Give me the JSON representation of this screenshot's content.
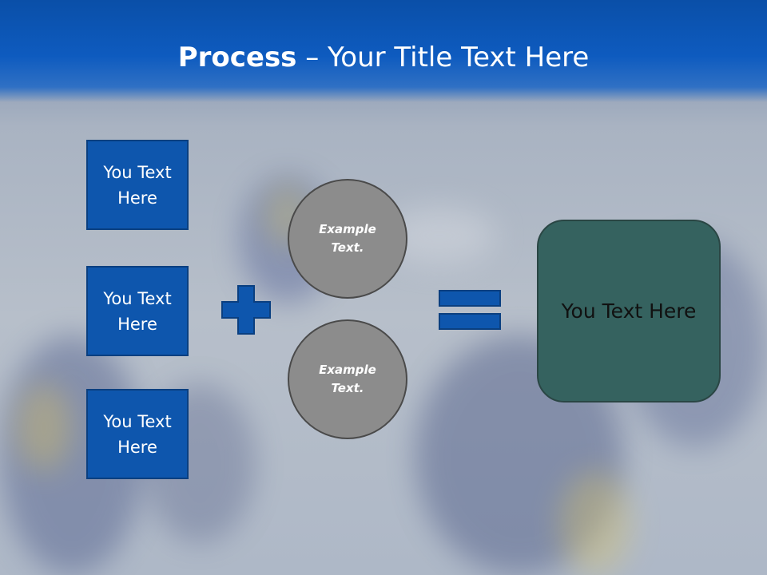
{
  "slide": {
    "title_bold": "Process",
    "title_rest": " – Your Title Text Here"
  },
  "left_boxes": [
    {
      "line1": "You Text",
      "line2": "Here"
    },
    {
      "line1": "You Text",
      "line2": "Here"
    },
    {
      "line1": "You Text",
      "line2": "Here"
    }
  ],
  "circles": [
    {
      "line1": "Example",
      "line2": "Text."
    },
    {
      "line1": "Example",
      "line2": "Text."
    }
  ],
  "result": {
    "label": "You Text Here"
  },
  "colors": {
    "header_blue": "#0e5bbf",
    "box_blue": "#0e56ad",
    "circle_gray": "#8c8c8c",
    "result_teal": "#35625f"
  }
}
